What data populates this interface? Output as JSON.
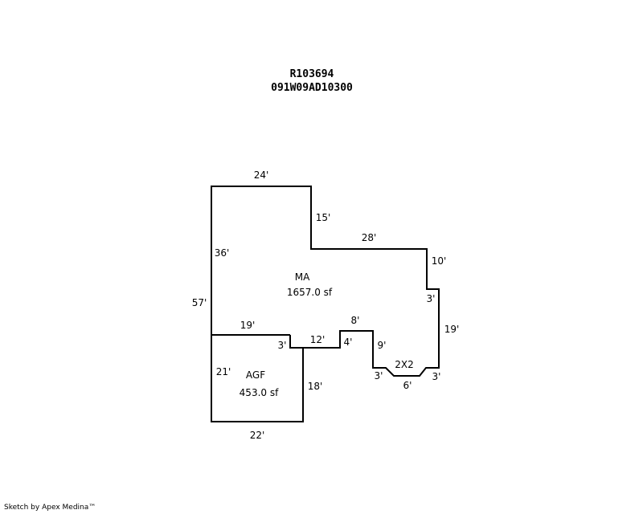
{
  "header": {
    "parcel_id": "R103694",
    "parcel_number": "091W09AD10300"
  },
  "areas": {
    "ma": {
      "code": "MA",
      "area": "1657.0 sf"
    },
    "agf": {
      "code": "AGF",
      "area": "453.0 sf"
    },
    "bay": {
      "code": "2X2"
    }
  },
  "dimensions": {
    "top": "24'",
    "upper_step_down": "15'",
    "upper_right_run": "28'",
    "right_drop": "10'",
    "right_jog": "3'",
    "right_side": "19'",
    "bay_left_angle": "3'",
    "bay_bottom": "6'",
    "bay_right_angle": "3'",
    "inner_top": "8'",
    "inner_left": "9'",
    "step_small": "4'",
    "bottom_run": "12'",
    "agf_jog": "3'",
    "agf_top": "19'",
    "agf_left": "21'",
    "agf_right": "18'",
    "agf_bottom": "22'",
    "ma_left_inner": "36'",
    "overall_left": "57'"
  },
  "footer": {
    "credit": "Sketch by Apex Medina™"
  }
}
